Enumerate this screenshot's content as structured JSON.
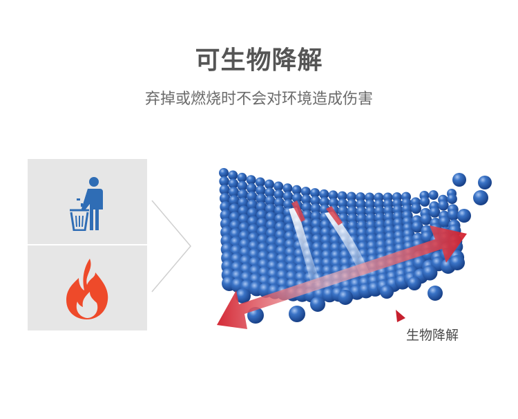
{
  "heading": {
    "title": "可生物降解",
    "subtitle": "弃掉或燃烧时不会对环境造成伤害"
  },
  "icons": [
    "trash-disposal-icon",
    "fire-icon"
  ],
  "illustration": {
    "caption": "生物降解",
    "colors": {
      "sphere": "#2f63b4",
      "sphere_highlight": "#8fb3ea",
      "arrow": "#d42a35",
      "icon_blue": "#2f6db5",
      "flame": "#ee4a2a",
      "panel": "#e6e6e6"
    }
  }
}
